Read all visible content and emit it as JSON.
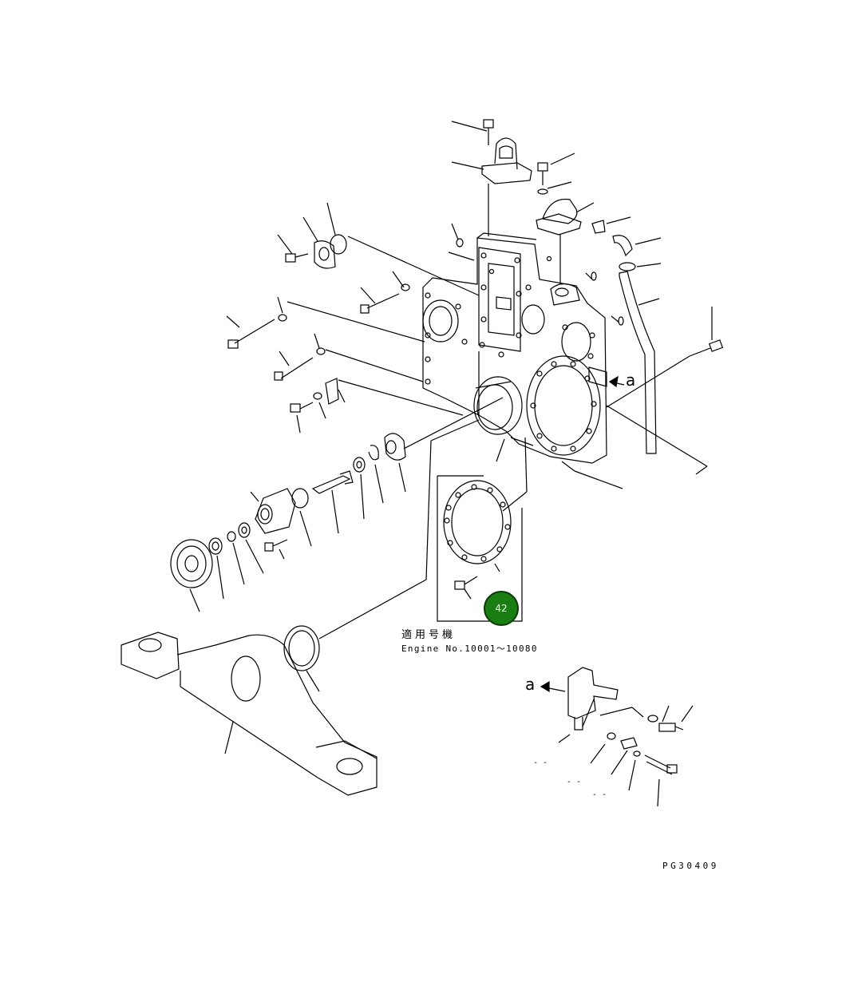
{
  "applicable_note": {
    "label_jp": "適用号機",
    "engine_range": "Engine No.10001～10080"
  },
  "view_markers": {
    "main_view": "a",
    "detail_view": "a"
  },
  "drawing_number": "PG30409",
  "callout_badge": {
    "number": "42",
    "color": "#1a7d12"
  },
  "small_marks": [
    "- -",
    "- -",
    "- -"
  ]
}
